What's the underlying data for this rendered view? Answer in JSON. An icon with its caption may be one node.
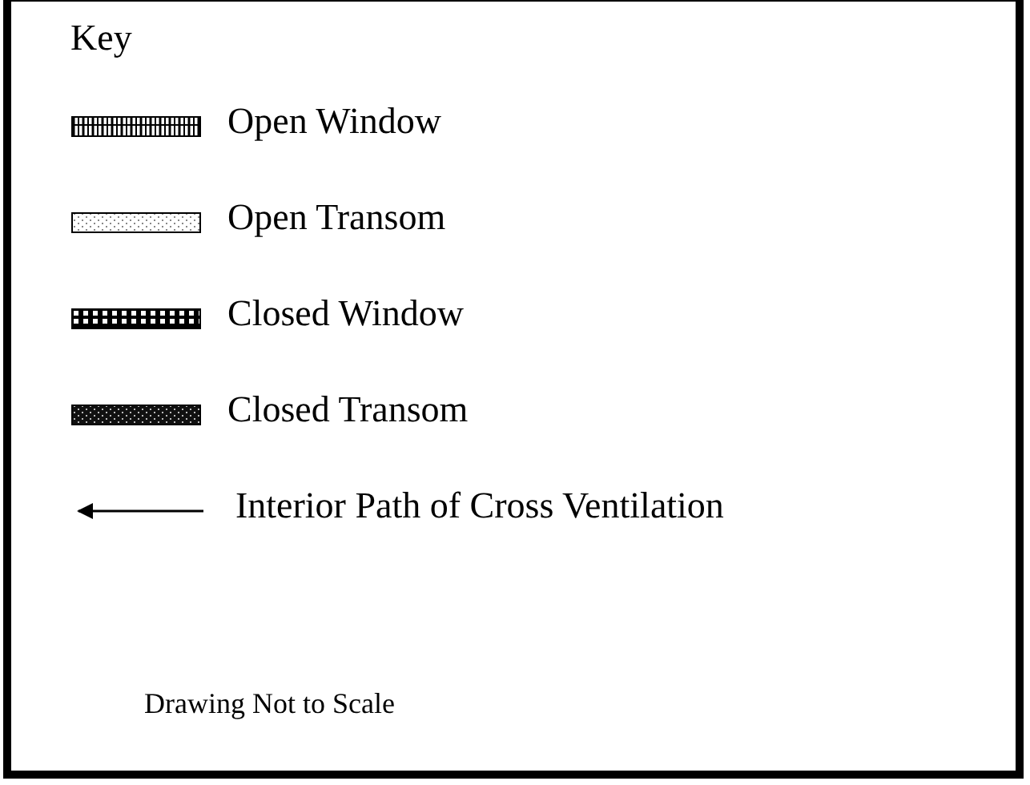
{
  "diagram": {
    "title": "Key",
    "legend": [
      {
        "text": "Open Window"
      },
      {
        "text": "Open Transom"
      },
      {
        "text": "Closed Window"
      },
      {
        "text": "Closed Transom"
      },
      {
        "text": "Interior Path of Cross Ventilation"
      }
    ],
    "caption": "Drawing Not to Scale"
  }
}
